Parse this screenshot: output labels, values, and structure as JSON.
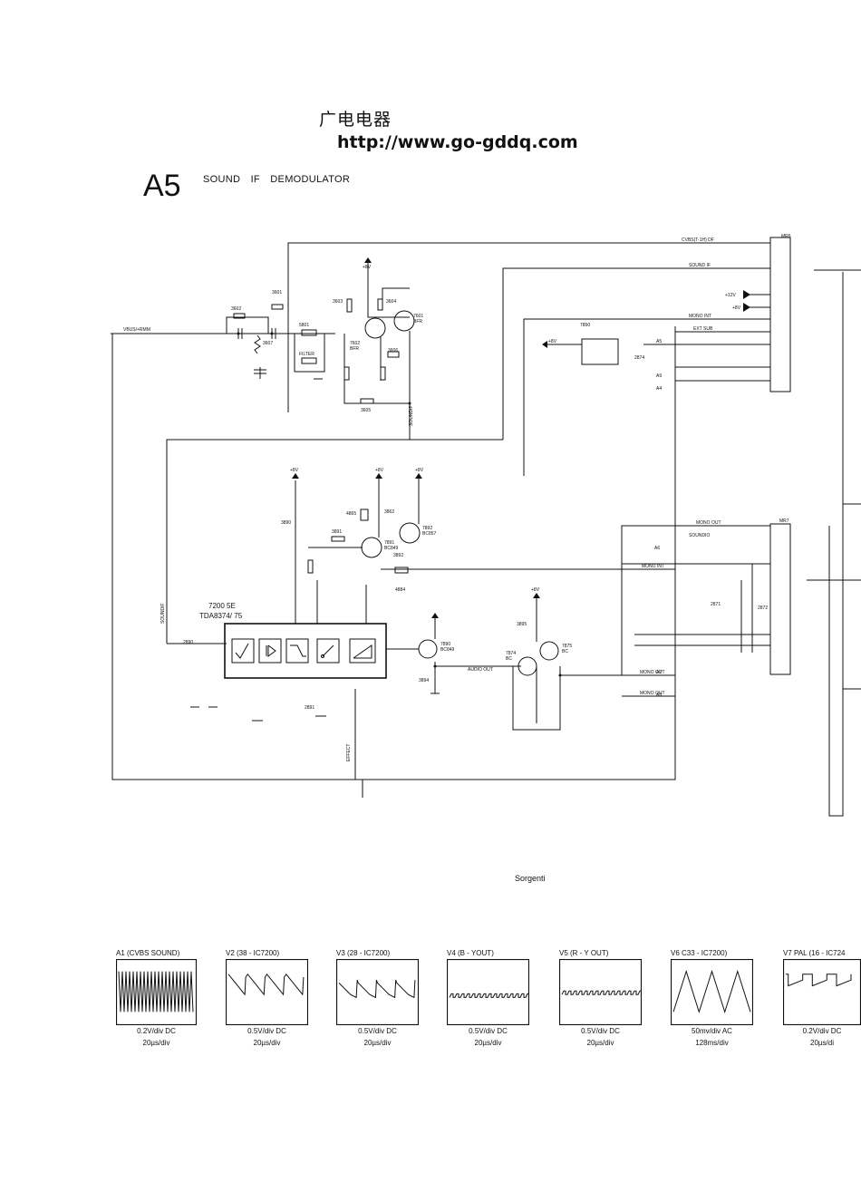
{
  "header": {
    "chinese": "广电电器",
    "url": "http://www.go-gddq.com",
    "section_id": "A5",
    "section_title": "SOUND IF DEMODULATOR"
  },
  "schematic": {
    "ic_main": {
      "code": "7200 5E",
      "part": "TDA8374/ 75"
    },
    "net_labels": {
      "cvbs_int": "CVBS(T-1H) DF",
      "sound_if": "SOUND IF",
      "vbus": "VBUS/+RMM",
      "p12v": "+12V",
      "p8v_a": "+8V",
      "p8v_b": "+8V",
      "p8v_c": "+8V",
      "p8v_d": "+8V",
      "p8v_e": "+8V",
      "p8v_f": "+8V",
      "p8v_g": "+8V",
      "mono_int": "MONO INT",
      "ext_sub": "EXT SUB",
      "soundif_v": "SOUNDIF",
      "soundif_v2": "SOUNDIF",
      "mono_out_top": "MONO OUT",
      "soundio": "SOUNDIO",
      "mono_int2": "MONO INT",
      "mono_out": "MONO OUT",
      "mono_out2": "MONO OUT",
      "audio_out": "AUDIO OUT",
      "effect": "EFFECT",
      "conn1": "MR6",
      "conn2": "MR7",
      "a5": "A5",
      "a6": "A6",
      "a7": "A7",
      "a8": "A8",
      "a9": "A9",
      "a4": "A4"
    },
    "components": {
      "t1": "7601",
      "t1t": "BFR",
      "t2": "7602",
      "t2t": "BFR",
      "t3": "7891",
      "t3t": "BC849",
      "t4": "7892",
      "t4t": "BC857",
      "t5": "7890",
      "t5t": "BC849",
      "t6": "7874",
      "t6t": "BC",
      "t7": "7875",
      "t7t": "BC",
      "r1": "3601",
      "r2": "3602",
      "r3": "3603",
      "r4": "3604",
      "r5": "3605",
      "r6": "3606",
      "r7": "3607",
      "l1": "5801",
      "filt": "FILTER",
      "r10": "3862",
      "r11": "3894",
      "r12": "3895",
      "c1": "2871",
      "c2": "2872",
      "c3": "2874",
      "c4": "2890",
      "c5": "2891",
      "reg": "7850",
      "r20": "4865",
      "r21": "3890",
      "r22": "3891",
      "r23": "3892",
      "r24": "4884"
    }
  },
  "caption": "Sorgenti",
  "scopes": [
    {
      "title": "A1 (CVBS SOUND)",
      "scale": "0.2V/div DC",
      "time": "20µs/div",
      "wave": "dense"
    },
    {
      "title": "V2 (38 - IC7200)",
      "scale": "0.5V/div DC",
      "time": "20µs/div",
      "wave": "saw"
    },
    {
      "title": "V3 (28 - IC7200)",
      "scale": "0.5V/div DC",
      "time": "20µs/div",
      "wave": "stair"
    },
    {
      "title": "V4 (B - YOUT)",
      "scale": "0.5V/div DC",
      "time": "20µs/div",
      "wave": "pulse"
    },
    {
      "title": "V5 (R - Y OUT)",
      "scale": "0.5V/div DC",
      "time": "20µs/div",
      "wave": "pulse2"
    },
    {
      "title": "V6 C33 - IC7200)",
      "scale": "50mv/div AC",
      "time": "128ms/div",
      "wave": "tri"
    },
    {
      "title": "V7 PAL (16 - IC724",
      "scale": "0.2V/div DC",
      "time": "20µs/di",
      "wave": "square"
    }
  ]
}
